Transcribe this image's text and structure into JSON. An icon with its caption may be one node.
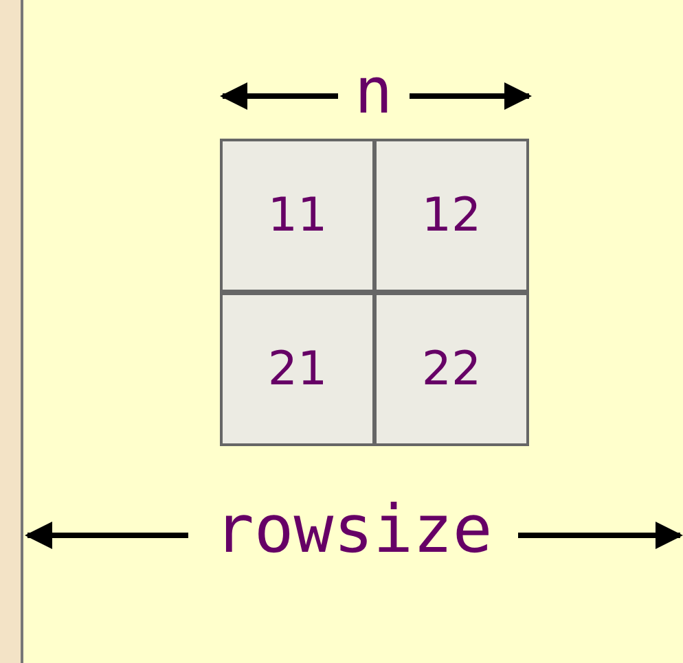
{
  "diagram": {
    "nodes": [
      {
        "text": [
          "11"
        ]
      },
      {
        "text": [
          "12"
        ]
      },
      {
        "text": [
          "21"
        ]
      },
      {
        "text": [
          "22"
        ]
      }
    ],
    "edges": [],
    "labels": [
      "n",
      "rowsize"
    ]
  }
}
